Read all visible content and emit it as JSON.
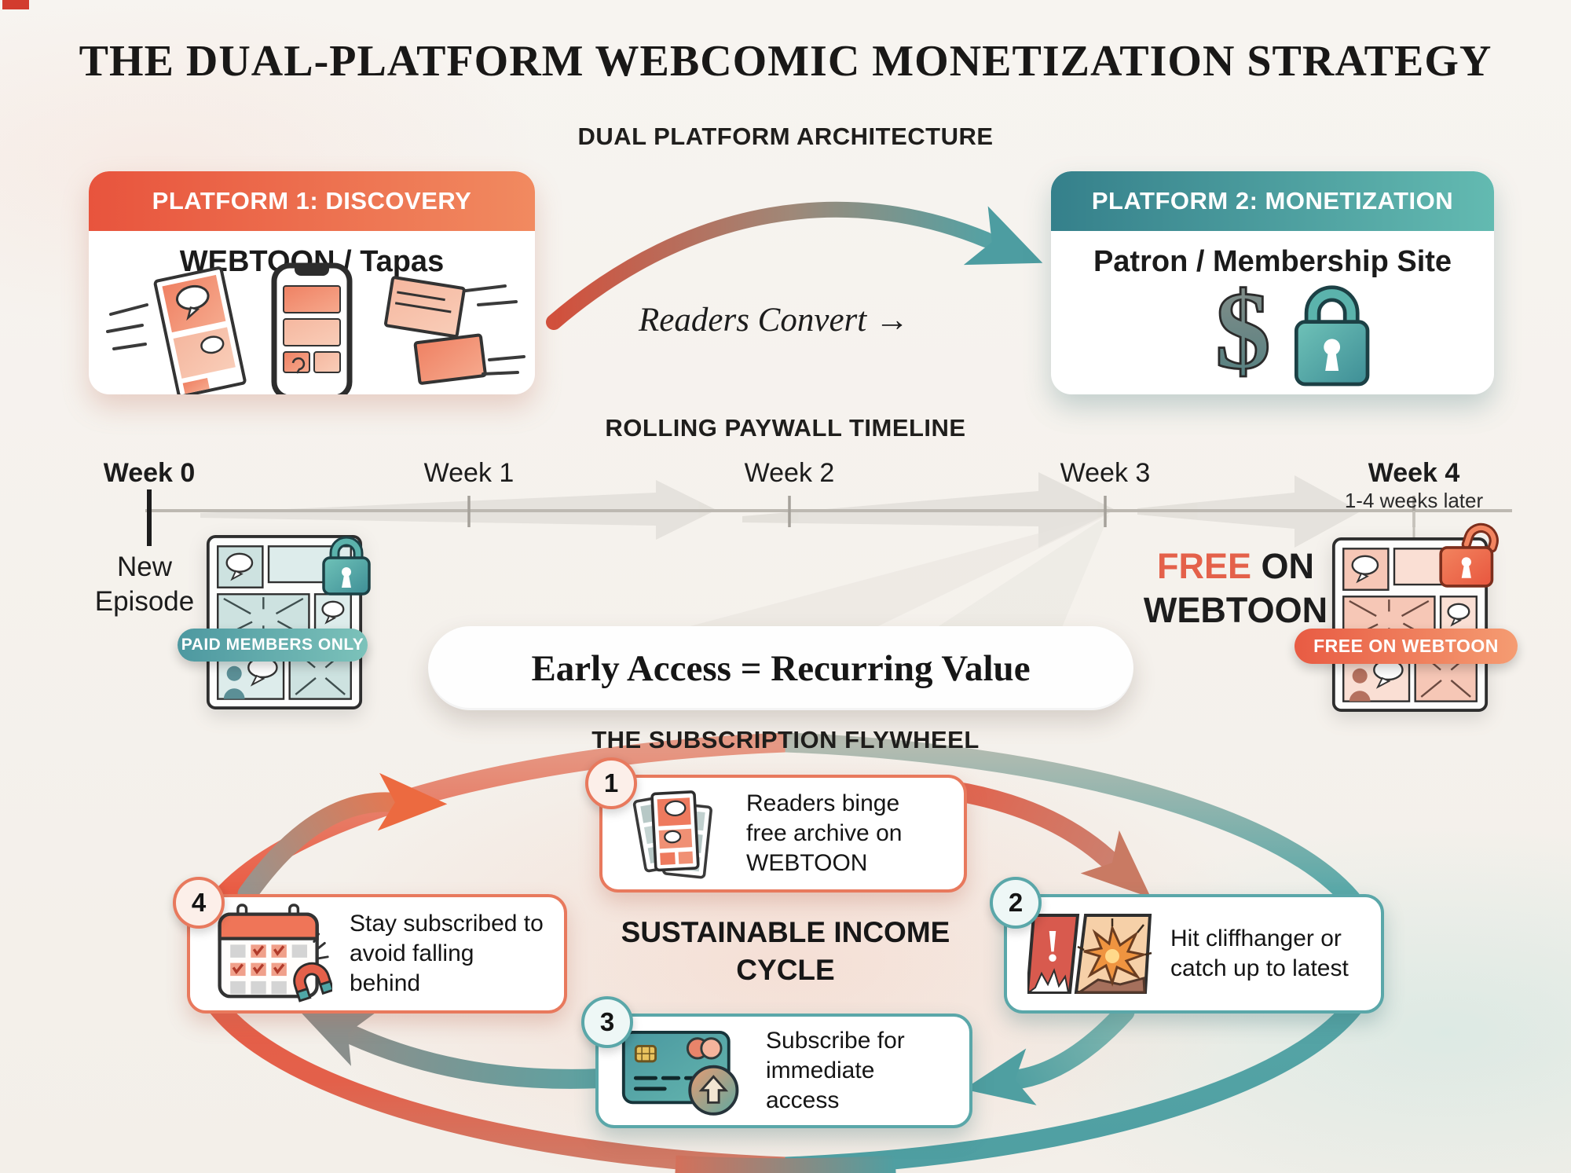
{
  "header": {
    "title": "THE DUAL-PLATFORM WEBCOMIC MONETIZATION STRATEGY"
  },
  "architecture": {
    "heading": "DUAL PLATFORM ARCHITECTURE",
    "platform1": {
      "header": "PLATFORM 1: DISCOVERY",
      "subtitle": "WEBTOON / Tapas"
    },
    "platform2": {
      "header": "PLATFORM 2: MONETIZATION",
      "subtitle": "Patron / Membership Site",
      "dollar_symbol": "$"
    },
    "convert_label": "Readers Convert →"
  },
  "timeline": {
    "heading": "ROLLING PAYWALL TIMELINE",
    "weeks": [
      {
        "label": "Week 0"
      },
      {
        "label": "Week 1"
      },
      {
        "label": "Week 2"
      },
      {
        "label": "Week 3"
      },
      {
        "label": "Week 4",
        "sublabel": "1-4 weeks later"
      }
    ],
    "new_episode_label": "New Episode",
    "paid_badge": "PAID MEMBERS ONLY",
    "free_caption": {
      "accent": "FREE",
      "rest": " ON",
      "line2": "WEBTOON"
    },
    "free_badge": "FREE ON WEBTOON",
    "banner": "Early Access = Recurring Value"
  },
  "flywheel": {
    "heading": "THE SUBSCRIPTION FLYWHEEL",
    "center_label": "SUSTAINABLE INCOME CYCLE",
    "steps": [
      {
        "num": "1",
        "text": "Readers binge free archive on WEBTOON"
      },
      {
        "num": "2",
        "text": "Hit cliffhanger or catch up to latest",
        "icon_exclamation": "!"
      },
      {
        "num": "3",
        "text": "Subscribe for immediate access"
      },
      {
        "num": "4",
        "text": "Stay subscribed to avoid falling behind"
      }
    ]
  },
  "colors": {
    "coral": "#e8604a",
    "coral_light": "#f59c72",
    "teal": "#4f9fa3",
    "teal_light": "#7cc2ba",
    "background": "#f4f1ec"
  }
}
